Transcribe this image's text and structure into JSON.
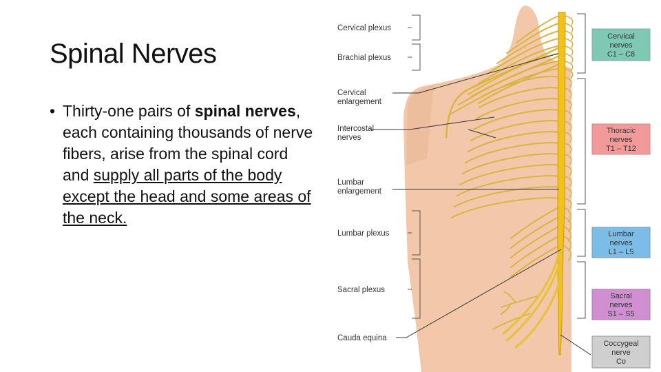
{
  "slide": {
    "title": "Spinal Nerves",
    "bullet": {
      "marker": "•",
      "parts": [
        {
          "text": "Thirty-one pairs of ",
          "style": "plain"
        },
        {
          "text": "spinal nerves",
          "style": "bold"
        },
        {
          "text": ", each containing thousands of nerve fibers, arise from the spinal cord and ",
          "style": "plain"
        },
        {
          "text": "supply all parts of the body except the head and some areas of the neck.",
          "style": "underline"
        }
      ]
    }
  },
  "figure": {
    "left_labels": {
      "cervical_plexus": "Cervical plexus",
      "brachial_plexus": "Brachial plexus",
      "cervical_enlargement_1": "Cervical",
      "cervical_enlargement_2": "enlargement",
      "intercostal_nerves_1": "Intercostal",
      "intercostal_nerves_2": "nerves",
      "lumbar_enlargement_1": "Lumbar",
      "lumbar_enlargement_2": "enlargement",
      "lumbar_plexus": "Lumbar plexus",
      "sacral_plexus": "Sacral plexus",
      "cauda_equina": "Cauda equina"
    },
    "region_boxes": [
      {
        "line1": "Cervical",
        "line2": "nerves",
        "line3": "C1 – C8",
        "fill": "#7fc8b4"
      },
      {
        "line1": "Thoracic",
        "line2": "nerves",
        "line3": "T1 – T12",
        "fill": "#f29a9a"
      },
      {
        "line1": "Lumbar",
        "line2": "nerves",
        "line3": "L1 – L5",
        "fill": "#7cbde8"
      },
      {
        "line1": "Sacral",
        "line2": "nerves",
        "line3": "S1 – S5",
        "fill": "#cf8fd0"
      },
      {
        "line1": "Coccygeal",
        "line2": "nerve",
        "line3": "Co",
        "fill": "#cfcfcf"
      }
    ],
    "colors": {
      "skin": "#f3c7a9",
      "skin_shadow": "#e6b08e",
      "nerve": "#d9b53f",
      "nerve_dark": "#b8922a",
      "cord": "#f2c21a"
    }
  }
}
